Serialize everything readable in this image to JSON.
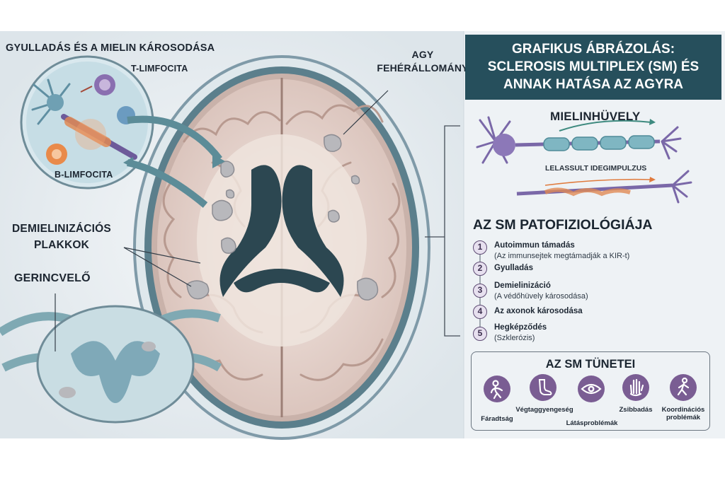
{
  "title_lines": [
    "GRAFIKUS ÁBRÁZOLÁS:",
    "SCLEROSIS MULTIPLEX (SM) ÉS",
    "ANNAK HATÁSA AZ AGYRA"
  ],
  "labels": {
    "inflammation": "GYULLADÁS ÉS A MIELIN KÁROSODÁSA",
    "t_cell": "T-LIMFOCITA",
    "b_cell": "B-LIMFOCITA",
    "white_matter_1": "AGY",
    "white_matter_2": "FEHÉRÁLLOMÁNY",
    "plaques_1": "DEMIELINIZÁCIÓS",
    "plaques_2": "PLAKKOK",
    "spinal_cord": "GERINCVELŐ",
    "myelin_sheath": "MIELINHÜVELY",
    "slowed_impulse": "LELASSULT IDEGIMPULZUS"
  },
  "pathophysiology": {
    "title": "AZ SM PATOFIZIOLÓGIÁJA",
    "steps": [
      {
        "num": "1",
        "main": "Autoimmun támadás",
        "sub": "(Az immunsejtek megtámadják a KIR-t)"
      },
      {
        "num": "2",
        "main": "Gyulladás",
        "sub": ""
      },
      {
        "num": "3",
        "main": "Demielinizáció",
        "sub": "(A védőhüvely károsodása)"
      },
      {
        "num": "4",
        "main": "Az axonok károsodása",
        "sub": ""
      },
      {
        "num": "5",
        "main": "Hegképződés",
        "sub": "(Szklerózis)"
      }
    ]
  },
  "symptoms": {
    "title": "AZ SM TÜNETEI",
    "items": [
      {
        "label": "Fáradtság",
        "icon": "tired-person-icon"
      },
      {
        "label": "Végtaggyengeség",
        "icon": "foot-icon"
      },
      {
        "label": "Látásproblémák",
        "icon": "eye-icon"
      },
      {
        "label": "Zsibbadás",
        "icon": "hand-icon"
      },
      {
        "label": "Koordinációs",
        "label2": "problémák",
        "icon": "walking-person-icon"
      }
    ]
  },
  "colors": {
    "title_bg": "#264f5c",
    "accent_purple": "#7a5d93",
    "brain_tissue": "#e8d7d0",
    "skull_ring": "#8eaab7",
    "myelin": "#7fb6c2",
    "neuron": "#7a68a8",
    "background": "#eef2f5"
  }
}
